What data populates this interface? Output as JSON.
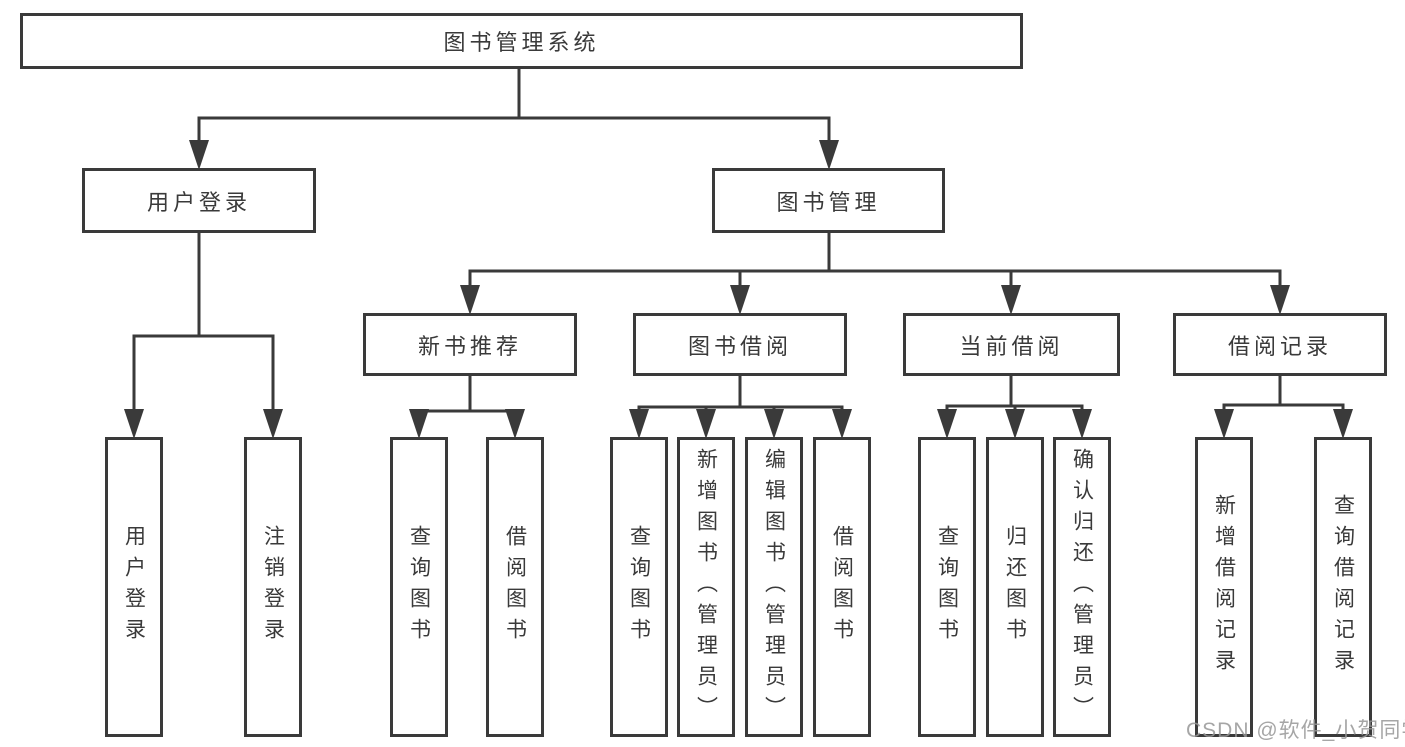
{
  "colors": {
    "line": "#3a3a3a",
    "text": "#3a3a3a",
    "watermark": "#969696",
    "background": "#ffffff"
  },
  "diagram": {
    "root": "图书管理系统",
    "level2": [
      "用户登录",
      "图书管理"
    ],
    "level3": [
      "新书推荐",
      "图书借阅",
      "当前借阅",
      "借阅记录"
    ],
    "leaves": {
      "user_login": [
        "用户登录",
        "注销登录"
      ],
      "new_book_rec": [
        "查询图书",
        "借阅图书"
      ],
      "book_borrow": [
        "查询图书",
        "新增图书（管理员）",
        "编辑图书（管理员）",
        "借阅图书"
      ],
      "current_borrow": [
        "查询图书",
        "归还图书",
        "确认归还（管理员）"
      ],
      "borrow_record": [
        "新增借阅记录",
        "查询借阅记录"
      ]
    }
  },
  "watermark": "CSDN @软件_小贺同学"
}
